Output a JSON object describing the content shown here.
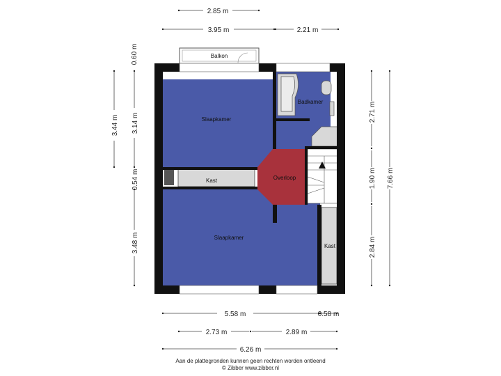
{
  "dimensions": {
    "top_a": "2.85 m",
    "top_b": "3.95 m",
    "top_c": "2.21 m",
    "left_balcony": "0.60 m",
    "left_outer": "3.44 m",
    "left_a": "3.14 m",
    "left_b": "0.54 m",
    "left_c": "3.48 m",
    "right_a": "2.71 m",
    "right_b": "1.90 m",
    "right_c": "2.84 m",
    "right_total": "7.66 m",
    "bottom_a": "5.58 m",
    "bottom_b": "0.58 m",
    "bottom_c": "2.73 m",
    "bottom_d": "2.89 m",
    "bottom_total": "6.26 m"
  },
  "rooms": {
    "balkon": "Balkon",
    "slaapkamer_top": "Slaapkamer",
    "badkamer": "Badkamer",
    "kast_left": "Kast",
    "overloop": "Overloop",
    "slaapkamer_bottom": "Slaapkamer",
    "kast_right": "Kast"
  },
  "colors": {
    "room_blue": "#4a5aa8",
    "hall_red": "#a8323c",
    "wall": "#111111",
    "fixture_grey": "#d8d8d8"
  },
  "footer": {
    "line1": "Aan de plattegronden kunnen geen rechten worden ontleend",
    "line2": "© Zibber www.zibber.nl"
  }
}
